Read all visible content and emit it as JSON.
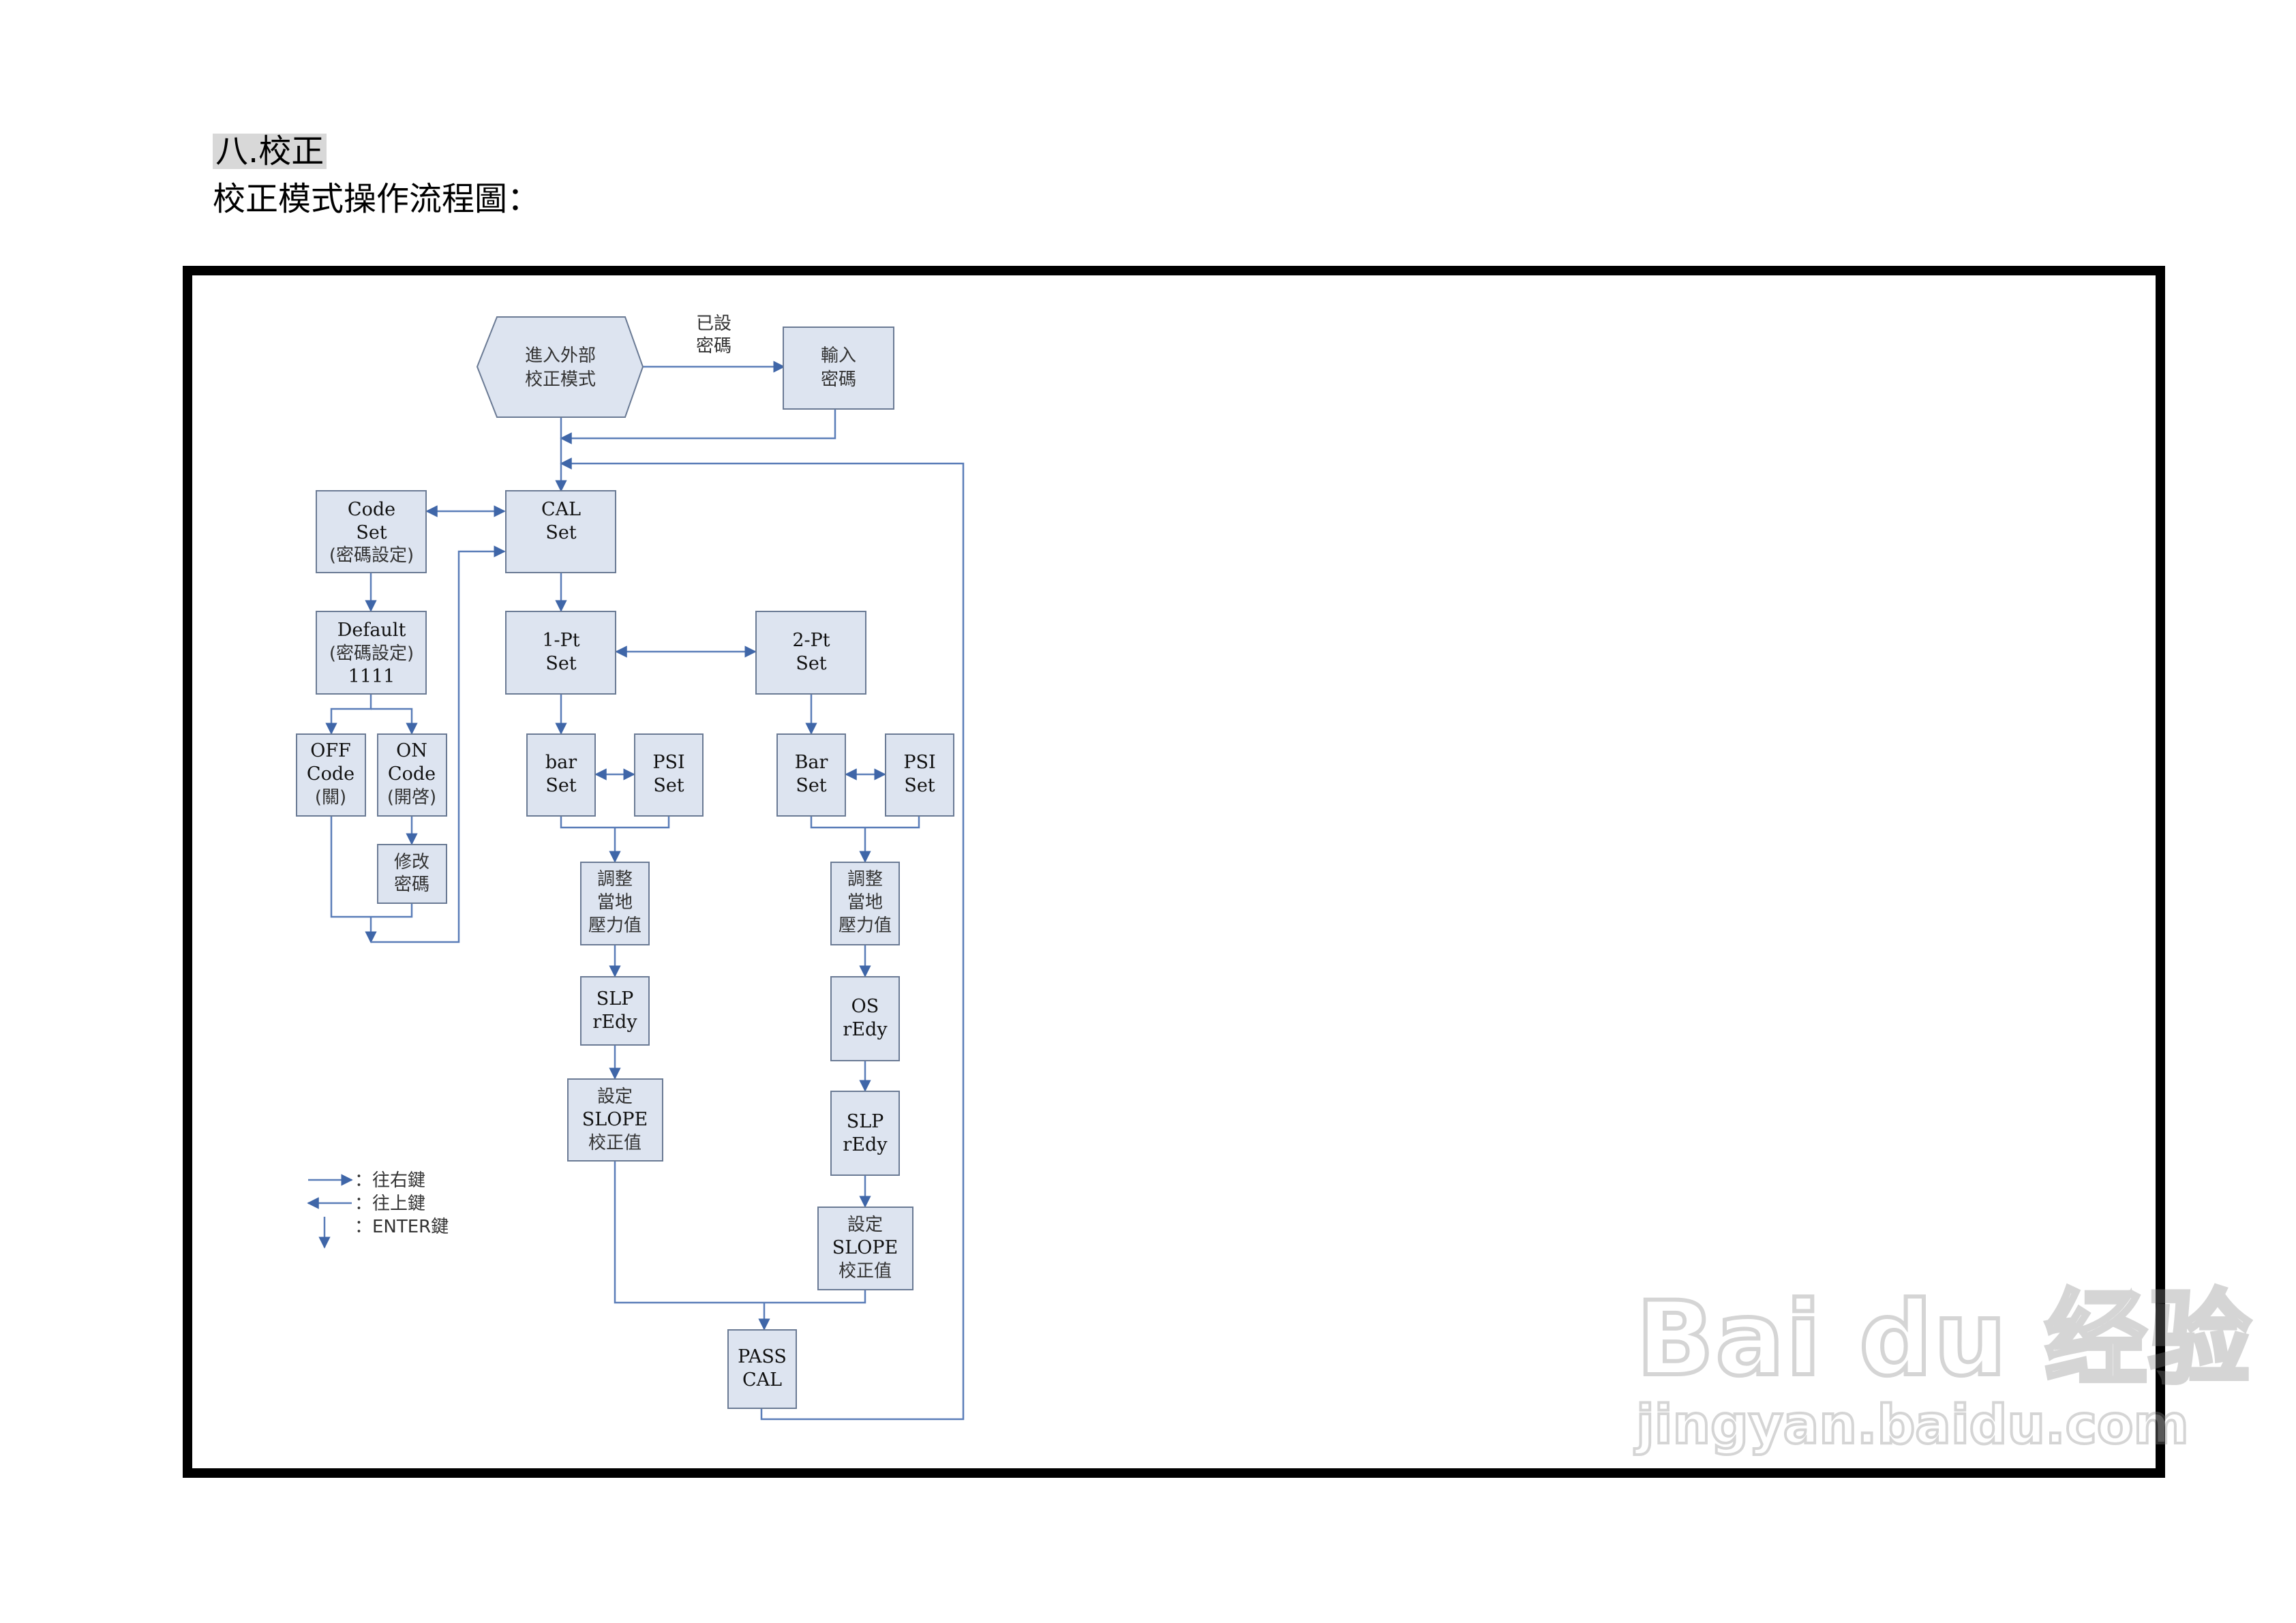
{
  "heading": {
    "section": "八.校正",
    "subtitle": "校正模式操作流程圖："
  },
  "nodes": {
    "enter_mode": [
      "進入外部",
      "校正模式"
    ],
    "pwd_set_label": [
      "已設",
      "密碼"
    ],
    "input_pwd": [
      "輸入",
      "密碼"
    ],
    "cal_set": [
      "CAL",
      "Set"
    ],
    "code_set": [
      "Code",
      "Set",
      "(密碼設定)"
    ],
    "default": [
      "Default",
      "(密碼設定)",
      "1111"
    ],
    "off_code": [
      "OFF",
      "Code",
      "(關)"
    ],
    "on_code": [
      "ON",
      "Code",
      "(開啓)"
    ],
    "modify_pwd": [
      "修改",
      "密碼"
    ],
    "pt1_set": [
      "1-Pt",
      "Set"
    ],
    "pt2_set": [
      "2-Pt",
      "Set"
    ],
    "bar_set_left": [
      "bar",
      "Set"
    ],
    "psi_set_left": [
      "PSI",
      "Set"
    ],
    "bar_set_right": [
      "Bar",
      "Set"
    ],
    "psi_set_right": [
      "PSI",
      "Set"
    ],
    "adjust_left": [
      "調整",
      "當地",
      "壓力值"
    ],
    "adjust_right": [
      "調整",
      "當地",
      "壓力值"
    ],
    "slp_ready_left": [
      "SLP",
      "rEdy"
    ],
    "os_ready": [
      "OS",
      "rEdy"
    ],
    "slp_ready_right": [
      "SLP",
      "rEdy"
    ],
    "set_slope_left": [
      "設定",
      "SLOPE",
      "校正值"
    ],
    "set_slope_right": [
      "設定",
      "SLOPE",
      "校正值"
    ],
    "pass_cal": [
      "PASS",
      "CAL"
    ]
  },
  "legend": {
    "right_key": "：往右鍵",
    "up_key": "：往上鍵",
    "enter_key": "：ENTER鍵"
  },
  "watermark": {
    "main": "Bai du 经验",
    "url": "jingyan.baidu.com"
  },
  "colors": {
    "box_fill": "#dde4f0",
    "box_stroke": "#6a7a94",
    "arrow": "#5a7db8",
    "frame": "#000000"
  }
}
